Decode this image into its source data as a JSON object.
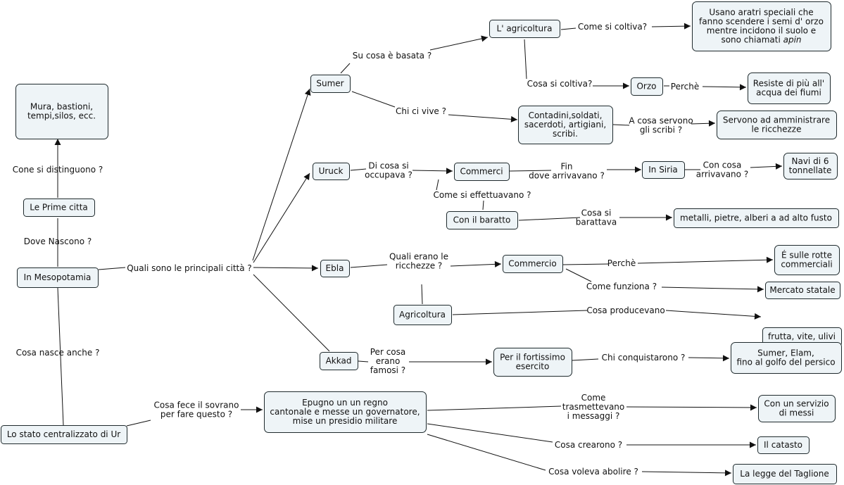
{
  "concept_map": {
    "nodes": {
      "mura": [
        "Mura, bastioni,",
        "tempi,silos, ecc."
      ],
      "prime": [
        "Le Prime citta"
      ],
      "meso": [
        "In Mesopotamia"
      ],
      "ur": [
        "Lo stato centralizzato di Ur"
      ],
      "sumer": [
        "Sumer"
      ],
      "uruck": [
        "Uruck"
      ],
      "ebla": [
        "Ebla"
      ],
      "akkad": [
        "Akkad"
      ],
      "agri": [
        "L' agricoltura"
      ],
      "aratri": [
        "Usano aratri speciali che",
        "fanno scendere i semi d' orzo",
        "mentre incidono il suolo e",
        "sono chiamati |apin"
      ],
      "orzo": [
        "Orzo"
      ],
      "resiste": [
        "Resiste di più all'",
        "acqua dei fiumi"
      ],
      "contadini": [
        "Contadini,soldati,",
        "sacerdoti, artigiani,",
        "scribi."
      ],
      "servono": [
        "Servono ad amministrare",
        "le ricchezze"
      ],
      "commerci": [
        "Commerci"
      ],
      "siria": [
        "In Siria"
      ],
      "navi": [
        "Navi di 6",
        "tonnellate"
      ],
      "baratto": [
        "Con il baratto"
      ],
      "metalli": [
        "metalli, pietre, alberi a ad alto fusto"
      ],
      "commercio": [
        "Commercio"
      ],
      "rotte": [
        "É sulle rotte",
        "commerciali"
      ],
      "mercato": [
        "Mercato statale"
      ],
      "agricoltura": [
        "Agricoltura"
      ],
      "frutta": [
        "frutta, vite, ulivi"
      ],
      "esercito": [
        "Per il fortissimo",
        "esercito"
      ],
      "elam": [
        "Sumer, Elam,",
        "fino al golfo del persico"
      ],
      "epugno": [
        "Epugno un un regno",
        "cantonale e messe un governatore,",
        "mise un presidio militare"
      ],
      "messi": [
        "Con un servizio",
        "di messi"
      ],
      "catasto": [
        "Il catasto"
      ],
      "taglione": [
        "La legge del Taglione"
      ]
    },
    "labels": {
      "distinguono": [
        "Cone si distinguono ?"
      ],
      "nascono": [
        "Dove Nascono ?"
      ],
      "nasce_anche": [
        "Cosa nasce anche ?"
      ],
      "principali": [
        "Quali sono le principali città ?"
      ],
      "basata": [
        "Su cosa è basata ?"
      ],
      "coltiva1": [
        "Come si coltiva?"
      ],
      "coltiva2": [
        "Cosa si coltiva?"
      ],
      "perche1": [
        "Perchè"
      ],
      "vive": [
        "Chi ci vive ?"
      ],
      "scribi": [
        "A cosa servono",
        "gli scribi ?"
      ],
      "occupava": [
        "Di cosa si",
        "occupava ?"
      ],
      "fin_dove": [
        "Fin",
        "dove arrivavano ?"
      ],
      "arrivavano": [
        "Con cosa",
        "arrivavano ?"
      ],
      "effettuavano": [
        "Come si effettuavano ?"
      ],
      "barattava": [
        "Cosa si",
        "barattava"
      ],
      "ricchezze": [
        "Quali erano le",
        "ricchezze ?"
      ],
      "perche2": [
        "Perchè"
      ],
      "funziona": [
        "Come funziona ?"
      ],
      "producevano": [
        "Cosa producevano"
      ],
      "famosi": [
        "Per cosa",
        "erano",
        "famosi ?"
      ],
      "conquistarono": [
        "Chi conquistarono ?"
      ],
      "sovrano": [
        "Cosa fece il sovrano",
        "per fare questo ?"
      ],
      "messaggi": [
        "Come",
        "trasmettevano",
        "i messaggi ?"
      ],
      "crearono": [
        "Cosa crearono ?"
      ],
      "abolire": [
        "Cosa voleva abolire ?"
      ]
    }
  }
}
